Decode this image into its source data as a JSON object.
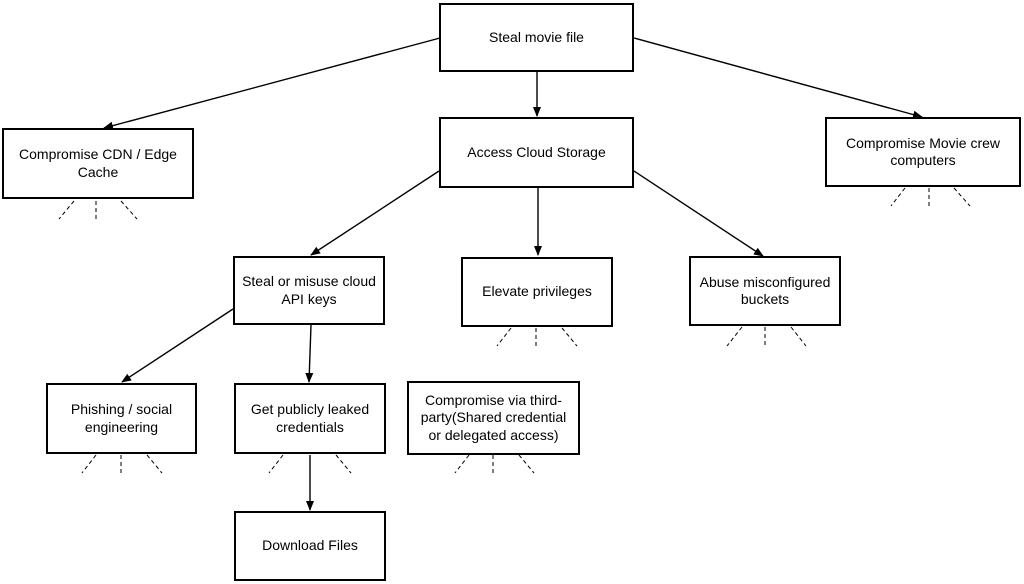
{
  "diagram": {
    "type": "attack-tree",
    "nodes": {
      "root": "Steal movie file",
      "cdn": "Compromise CDN / Edge Cache",
      "cloud": "Access Cloud Storage",
      "crew": "Compromise Movie crew computers",
      "keys": "Steal or misuse cloud API keys",
      "elevate": "Elevate privileges",
      "buckets": "Abuse misconfigured buckets",
      "phishing": "Phishing / social engineering",
      "leaked": "Get publicly leaked credentials",
      "third_party": "Compromise via third-party(Shared credential or delegated access)",
      "download": "Download Files"
    },
    "edges": [
      [
        "root",
        "cdn"
      ],
      [
        "root",
        "cloud"
      ],
      [
        "root",
        "crew"
      ],
      [
        "cloud",
        "keys"
      ],
      [
        "cloud",
        "elevate"
      ],
      [
        "cloud",
        "buckets"
      ],
      [
        "keys",
        "phishing"
      ],
      [
        "keys",
        "leaked"
      ],
      [
        "leaked",
        "download"
      ]
    ],
    "expandable": [
      "cdn",
      "crew",
      "elevate",
      "buckets",
      "phishing",
      "leaked",
      "third_party"
    ]
  }
}
